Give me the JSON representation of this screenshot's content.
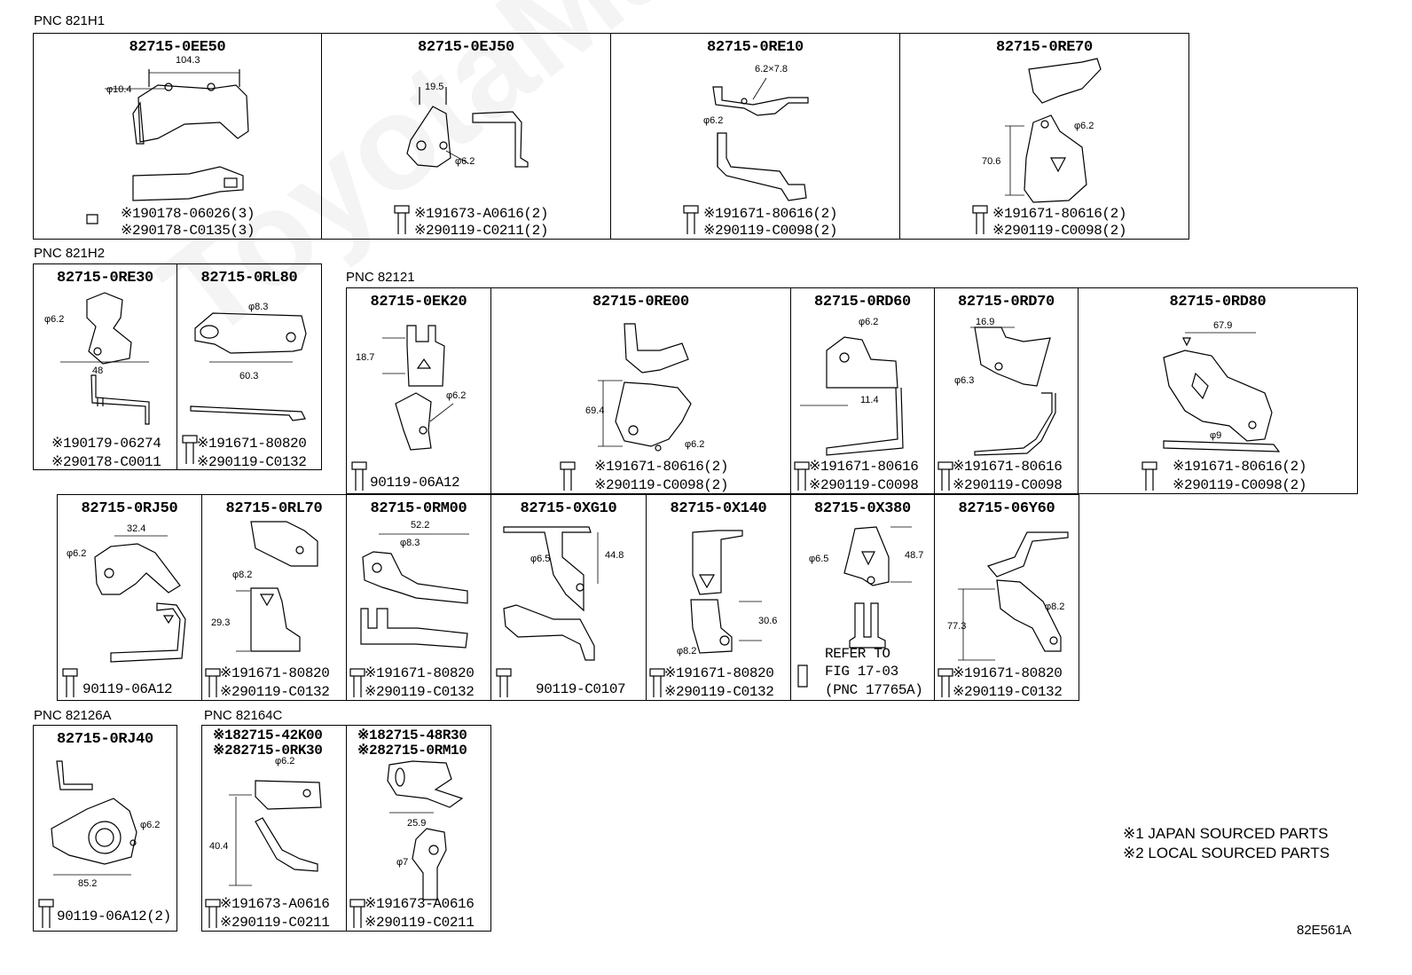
{
  "watermark": "ToyotaMarine.ru",
  "pnc_labels": {
    "g1": "PNC 821H1",
    "g2": "PNC 821H2",
    "g3": "PNC 82121",
    "g4": "PNC 82126A",
    "g5": "PNC 82164C"
  },
  "cells": {
    "c0ee50": {
      "part": "82715-0EE50",
      "l1": "※190178-06026(3)",
      "l2": "※290178-C0135(3)",
      "d1": "104.3",
      "d2": "φ10.4"
    },
    "c0ej50": {
      "part": "82715-0EJ50",
      "l1": "※191673-A0616(2)",
      "l2": "※290119-C0211(2)",
      "d1": "19.5",
      "d2": "φ6.2"
    },
    "c0re10": {
      "part": "82715-0RE10",
      "l1": "※191671-80616(2)",
      "l2": "※290119-C0098(2)",
      "d1": "6.2×7.8",
      "d2": "φ6.2"
    },
    "c0re70": {
      "part": "82715-0RE70",
      "l1": "※191671-80616(2)",
      "l2": "※290119-C0098(2)",
      "d1": "φ6.2",
      "d2": "70.6"
    },
    "c0re30": {
      "part": "82715-0RE30",
      "l1": "※190179-06274",
      "l2": "※290178-C0011",
      "d1": "φ6.2",
      "d2": "48"
    },
    "c0rl80": {
      "part": "82715-0RL80",
      "l1": "※191671-80820",
      "l2": "※290119-C0132",
      "d1": "φ8.3",
      "d2": "60.3"
    },
    "c0ek20": {
      "part": "82715-0EK20",
      "l1": "90119-06A12",
      "d1": "18.7",
      "d2": "φ6.2"
    },
    "c0re00": {
      "part": "82715-0RE00",
      "l1": "※191671-80616(2)",
      "l2": "※290119-C0098(2)",
      "d1": "69.4",
      "d2": "φ6.2"
    },
    "c0rd60": {
      "part": "82715-0RD60",
      "l1": "※191671-80616",
      "l2": "※290119-C0098",
      "d1": "φ6.2",
      "d2": "11.4"
    },
    "c0rd70": {
      "part": "82715-0RD70",
      "l1": "※191671-80616",
      "l2": "※290119-C0098",
      "d1": "16.9",
      "d2": "φ6.3"
    },
    "c0rd80": {
      "part": "82715-0RD80",
      "l1": "※191671-80616(2)",
      "l2": "※290119-C0098(2)",
      "d1": "67.9",
      "d2": "φ9"
    },
    "c0rj50": {
      "part": "82715-0RJ50",
      "l1": "90119-06A12",
      "d1": "32.4",
      "d2": "φ6.2"
    },
    "c0rl70": {
      "part": "82715-0RL70",
      "l1": "※191671-80820",
      "l2": "※290119-C0132",
      "d1": "φ8.2",
      "d2": "29.3"
    },
    "c0rm00": {
      "part": "82715-0RM00",
      "l1": "※191671-80820",
      "l2": "※290119-C0132",
      "d1": "52.2",
      "d2": "φ8.3"
    },
    "c0xg10": {
      "part": "82715-0XG10",
      "l1": "90119-C0107",
      "d1": "φ6.5",
      "d2": "44.8"
    },
    "c0x140": {
      "part": "82715-0X140",
      "l1": "※191671-80820",
      "l2": "※290119-C0132",
      "d1": "30.6",
      "d2": "φ8.2"
    },
    "c0x380": {
      "part": "82715-0X380",
      "l1": "REFER TO",
      "l2": "FIG 17-03",
      "l3": "(PNC 17765A)",
      "d1": "φ6.5",
      "d2": "48.7"
    },
    "c06y60": {
      "part": "82715-06Y60",
      "l1": "※191671-80820",
      "l2": "※290119-C0132",
      "d1": "77.3",
      "d2": "φ8.2"
    },
    "c0rj40": {
      "part": "82715-0RJ40",
      "l1": "90119-06A12(2)",
      "d1": "φ6.2",
      "d2": "85.2"
    },
    "c42k00": {
      "part1": "※182715-42K00",
      "part2": "※282715-0RK30",
      "l1": "※191673-A0616",
      "l2": "※290119-C0211",
      "d1": "φ6.2",
      "d2": "40.4"
    },
    "c48r30": {
      "part1": "※182715-48R30",
      "part2": "※282715-0RM10",
      "l1": "※191673-A0616",
      "l2": "※290119-C0211",
      "d1": "25.9",
      "d2": "φ7"
    }
  },
  "notes": {
    "n1": "※1 JAPAN SOURCED PARTS",
    "n2": "※2 LOCAL SOURCED PARTS"
  },
  "figure_id": "82E561A"
}
